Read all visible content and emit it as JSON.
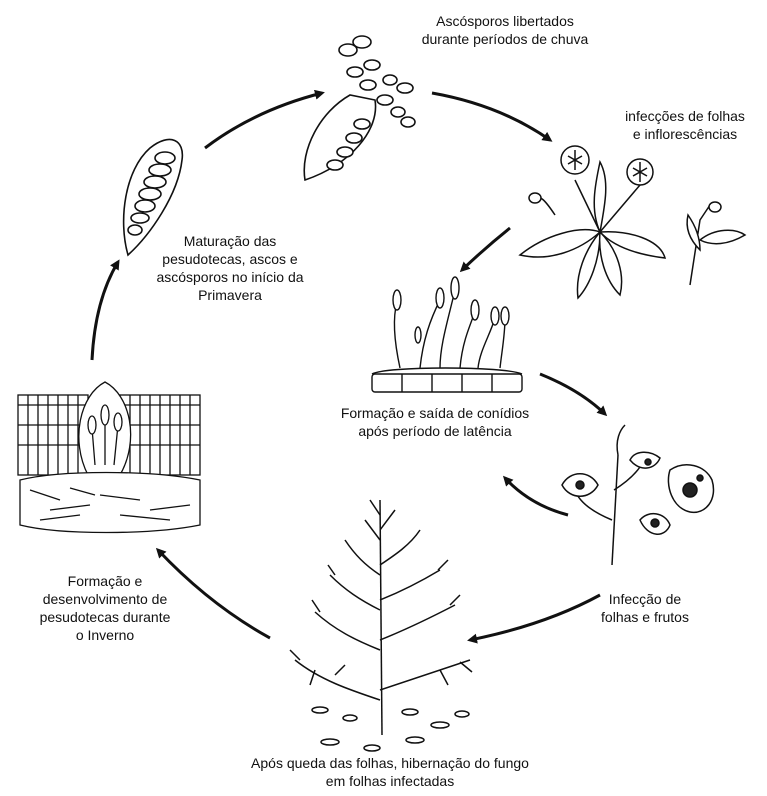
{
  "diagram": {
    "stages": [
      {
        "id": "ascospore-release",
        "lines": [
          "Ascósporos libertados",
          "durante períodos de chuva"
        ]
      },
      {
        "id": "leaf-infection",
        "lines": [
          "infecções de folhas",
          "e inflorescências"
        ]
      },
      {
        "id": "conidia",
        "lines": [
          "Formação e saída de conídios",
          "após período de latência"
        ]
      },
      {
        "id": "leaf-fruit-infection",
        "lines": [
          "Infecção de",
          "folhas e frutos"
        ]
      },
      {
        "id": "overwinter",
        "lines": [
          "Após queda das folhas, hibernação do fungo",
          "em folhas infectadas"
        ]
      },
      {
        "id": "pseudothecia-formation",
        "lines": [
          "Formação e",
          "desenvolvimento de",
          "pesudotecas durante",
          "o Inverno"
        ]
      },
      {
        "id": "maturation",
        "lines": [
          "Maturação das",
          "pesudotecas, ascos e",
          "ascósporos no início da",
          "Primavera"
        ]
      }
    ]
  }
}
